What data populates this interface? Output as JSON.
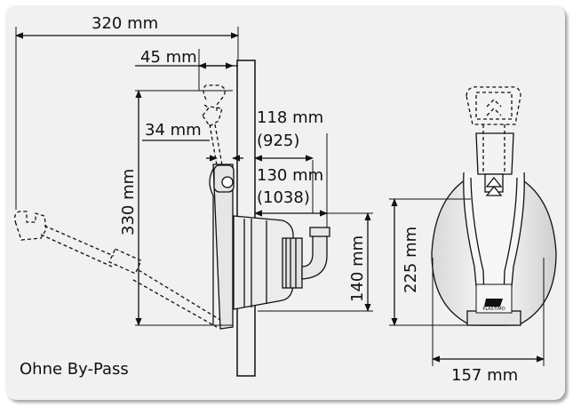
{
  "caption": "Ohne By-Pass",
  "dimensions": {
    "total_width": "320 mm",
    "handle_offset": "45 mm",
    "handle_gap": "34 mm",
    "total_height": "330 mm",
    "depth_small": "118 mm",
    "depth_small_alt": "(925)",
    "depth_large": "130 mm",
    "depth_large_alt": "(1038)",
    "outlet_height": "140 mm",
    "front_height": "225 mm",
    "front_width": "157 mm"
  },
  "brand": "PLASTIMO",
  "colors": {
    "panel": "#f1f1f1",
    "line": "#111111",
    "pump_fill": "#e9e9e9"
  }
}
